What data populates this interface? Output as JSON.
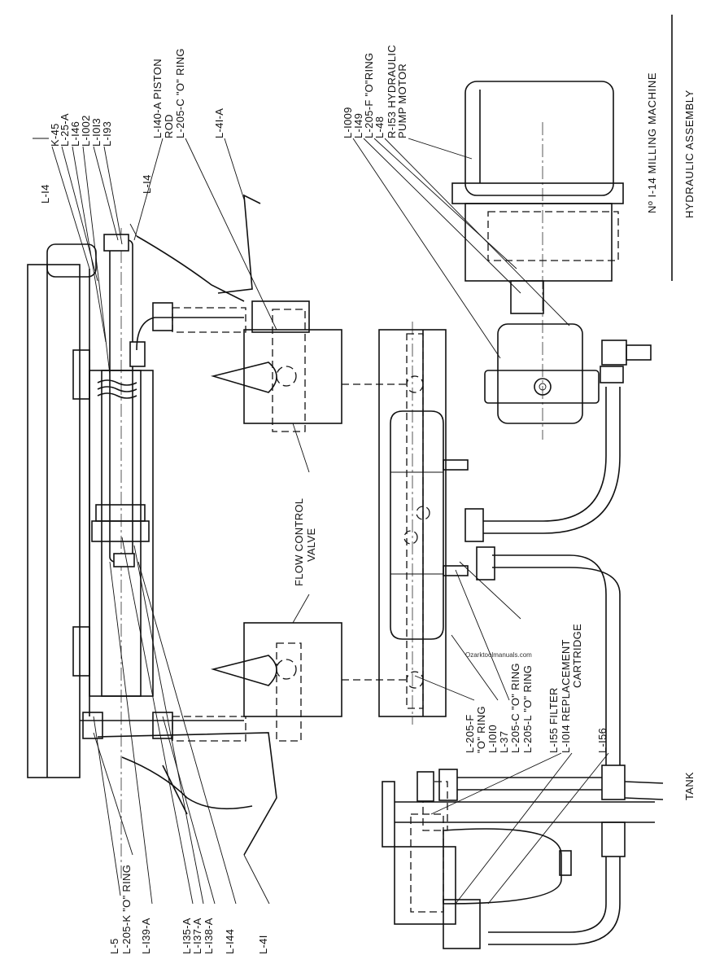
{
  "title": {
    "number": "Nº I-14 MILLING MACHINE",
    "subtitle": "HYDRAULIC ASSEMBLY"
  },
  "watermark": "Ozarktoolmanuals.com",
  "labels": {
    "top_left": [
      "L-I4",
      "K-45",
      "L-25-A",
      "L-I46",
      "L-I002",
      "L-I0I3",
      "L-I93",
      "L-I4"
    ],
    "piston_rod": [
      "L-I40-A PISTON",
      "ROD"
    ],
    "o_ring_c_top": "L-205-C \"O\" RING",
    "l41a": "L-4I-A",
    "motor_group": [
      "L-I009",
      "L-I49",
      "L-205-F \"O\"RING",
      "L-48",
      "R-I53 HYDRAULIC",
      "PUMP MOTOR"
    ],
    "flow_control": [
      "FLOW CONTROL",
      "VALVE"
    ],
    "bottom_left": [
      "L-5",
      "L-205-K \"O\" RING",
      "L-I39-A",
      "L-I35-A",
      "L-I37-A",
      "L-I38-A",
      "L-I44",
      "L-4I"
    ],
    "bottom_right": [
      "L-205-F",
      "\"O\" RING",
      "L-I0I0",
      "L-37",
      "L-205-C \"O\" RING",
      "L-205-L \"O\" RING",
      "L-I55 FILTER",
      "L-I0I4 REPLACEMENT",
      "CARTRIDGE",
      "L-I56"
    ],
    "tank": "TANK"
  }
}
